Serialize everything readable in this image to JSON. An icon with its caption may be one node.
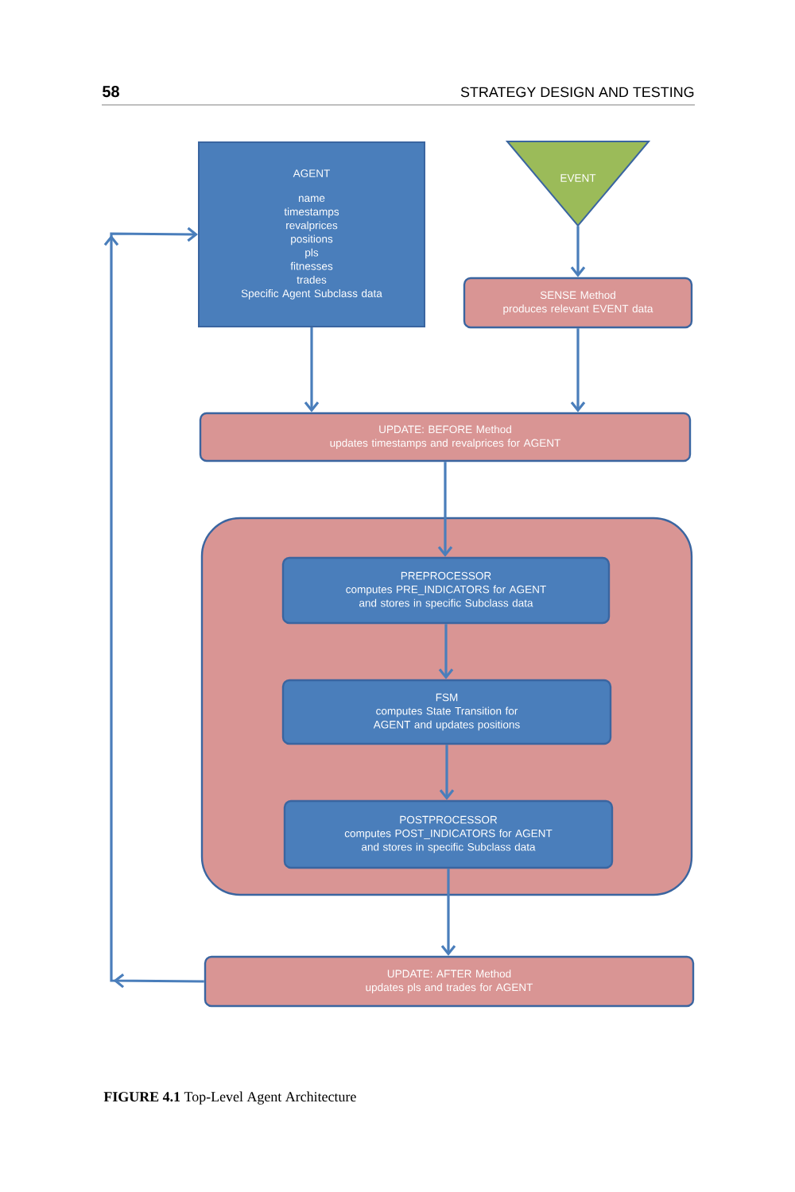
{
  "diagram": {
    "caption": "**FIGURE 4.1** Top-Level Agent Architecture",
    "nodes": [
      {
        "text": [
          "AGENT",
          "name",
          "timestamps",
          "revalprices",
          "positions",
          "pls",
          "fitnesses",
          "trades",
          "Specific Agent Subclass data"
        ]
      },
      {
        "text": [
          "EVENT"
        ]
      },
      {
        "text": [
          "SENSE Method",
          "produces relevant EVENT data"
        ]
      },
      {
        "text": [
          "UPDATE: BEFORE Method",
          "updates timestamps and revalprices for AGENT"
        ]
      },
      {
        "text": [],
        "shape": "box"
      },
      {
        "text": [
          "PREPROCESSOR",
          "computes PRE_INDICATORS for AGENT and stores in specific Subclass data"
        ],
        "in": 4
      },
      {
        "text": [
          "FSM",
          "computes State Transition for AGENT and updates positions"
        ],
        "in": 4
      },
      {
        "text": [
          "POSTPROCESSOR",
          "computes POST_INDICATORS for AGENT and stores in specific Subclass data"
        ],
        "in": 4
      },
      {
        "text": [
          "UPDATE: AFTER Method",
          "updates pls and trades for AGENT"
        ]
      }
    ],
    "edges": [
      {
        "from": 1,
        "to": 2,
        "arrow": "to"
      },
      {
        "from": 0,
        "to": 3,
        "arrow": "to"
      },
      {
        "from": 2,
        "to": 3,
        "arrow": "to"
      },
      {
        "from": 3,
        "to": 5,
        "arrow": "to"
      },
      {
        "from": 5,
        "to": 6,
        "arrow": "to"
      },
      {
        "from": 6,
        "to": 7,
        "arrow": "to"
      },
      {
        "from": 7,
        "to": 8,
        "arrow": "to"
      },
      {
        "from": 8,
        "to": 0,
        "arrow": "to"
      }
    ],
    "labels": [
      "58",
      "STRATEGY DESIGN AND TESTING"
    ]
  }
}
